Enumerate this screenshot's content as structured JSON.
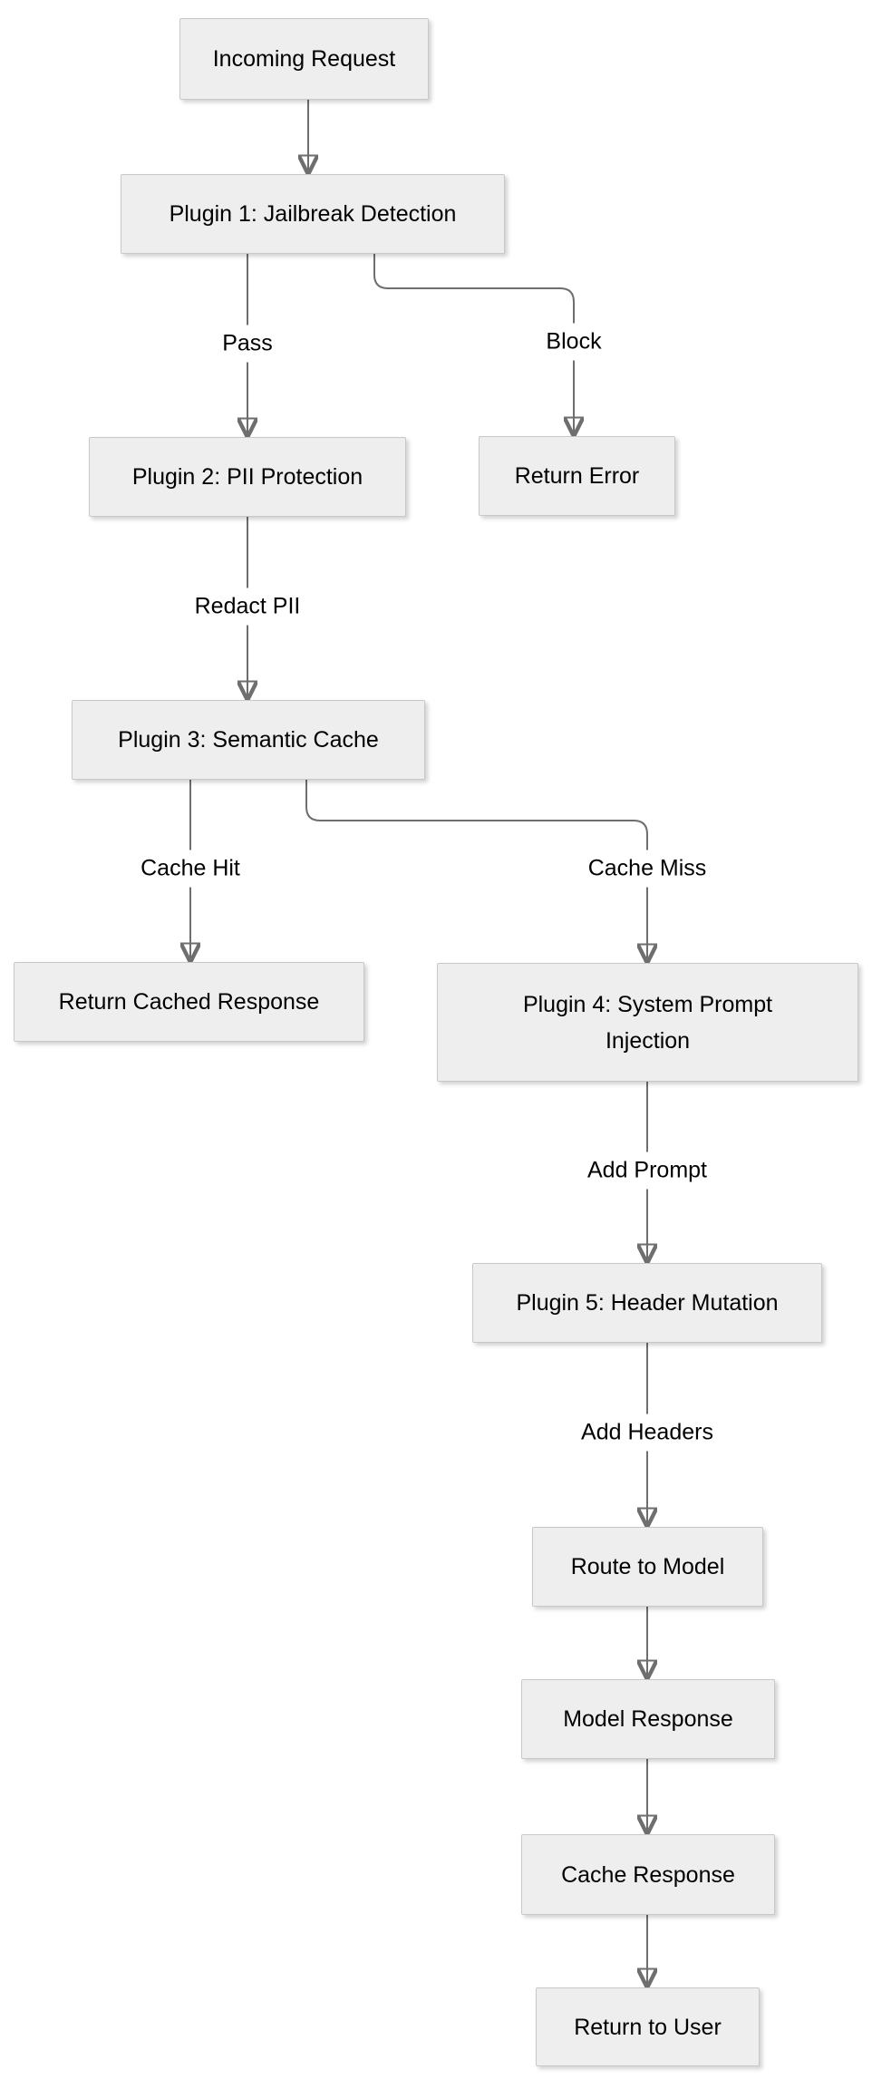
{
  "diagram": {
    "type": "flowchart",
    "direction": "top-down",
    "nodes": {
      "incoming_request": {
        "label": "Incoming Request"
      },
      "plugin1": {
        "label": "Plugin 1: Jailbreak Detection"
      },
      "plugin2": {
        "label": "Plugin 2: PII Protection"
      },
      "return_error": {
        "label": "Return Error"
      },
      "plugin3": {
        "label": "Plugin 3: Semantic Cache"
      },
      "return_cached_response": {
        "label": "Return Cached Response"
      },
      "plugin4": {
        "label": "Plugin 4: System Prompt Injection"
      },
      "plugin5": {
        "label": "Plugin 5: Header Mutation"
      },
      "route_to_model": {
        "label": "Route to Model"
      },
      "model_response": {
        "label": "Model Response"
      },
      "cache_response": {
        "label": "Cache Response"
      },
      "return_to_user": {
        "label": "Return to User"
      }
    },
    "edges": [
      {
        "from": "incoming_request",
        "to": "plugin1",
        "label": ""
      },
      {
        "from": "plugin1",
        "to": "plugin2",
        "label": "Pass"
      },
      {
        "from": "plugin1",
        "to": "return_error",
        "label": "Block"
      },
      {
        "from": "plugin2",
        "to": "plugin3",
        "label": "Redact PII"
      },
      {
        "from": "plugin3",
        "to": "return_cached_response",
        "label": "Cache Hit"
      },
      {
        "from": "plugin3",
        "to": "plugin4",
        "label": "Cache Miss"
      },
      {
        "from": "plugin4",
        "to": "plugin5",
        "label": "Add Prompt"
      },
      {
        "from": "plugin5",
        "to": "route_to_model",
        "label": "Add Headers"
      },
      {
        "from": "route_to_model",
        "to": "model_response",
        "label": ""
      },
      {
        "from": "model_response",
        "to": "cache_response",
        "label": ""
      },
      {
        "from": "cache_response",
        "to": "return_to_user",
        "label": ""
      }
    ],
    "colors": {
      "node_fill": "#eeeeee",
      "node_border": "#c8c8c8",
      "edge_line": "#6e6e6e",
      "label_text": "#000000",
      "background": "#ffffff"
    }
  }
}
